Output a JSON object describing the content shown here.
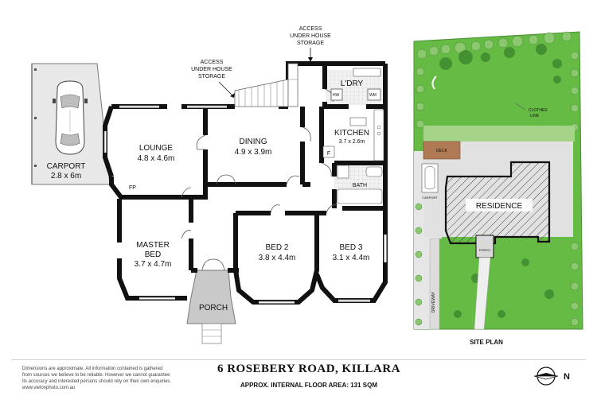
{
  "rooms": {
    "carport": {
      "name": "CARPORT",
      "size": "2.8 x 6m"
    },
    "lounge": {
      "name": "LOUNGE",
      "size": "4.8 x 4.6m"
    },
    "dining": {
      "name": "DINING",
      "size": "4.9 x 3.9m"
    },
    "kitchen": {
      "name": "KITCHEN",
      "size": "3.7 x 2.6m"
    },
    "laundry": {
      "name": "L'DRY"
    },
    "master": {
      "name1": "MASTER",
      "name2": "BED",
      "size": "3.7 x 4.7m"
    },
    "bed2": {
      "name": "BED 2",
      "size": "3.8 x 4.4m"
    },
    "bed3": {
      "name": "BED 3",
      "size": "3.1 x 4.4m"
    },
    "bath": {
      "name": "BATH"
    },
    "porch": {
      "name": "PORCH"
    }
  },
  "fixtures": {
    "fireplace": "FP",
    "fridge": "F",
    "washer": "WM",
    "water_heater": "HW"
  },
  "access_labels": {
    "top": [
      "ACCESS",
      "UNDER HOUSE",
      "STORAGE"
    ],
    "left": [
      "ACCESS",
      "UNDER HOUSE",
      "STORAGE"
    ]
  },
  "site_plan": {
    "title": "SITE PLAN",
    "residence": "RESIDENCE",
    "clothes_line": [
      "CLOTHES",
      "LINE"
    ],
    "deck": "DECK",
    "carport": "CARPORT",
    "porch": "PORCH",
    "driveway": "DRIVEWAY"
  },
  "footer": {
    "disclaimer": [
      "Dimensions are approximate. All information contained is gathered",
      "from sources we believe to be reliable. However we cannot guarantee",
      "its accuracy and interested persons should rely on their own enquiries.",
      "www.vielonphoto.com.au"
    ],
    "address": "6 ROSEBERY ROAD, KILLARA",
    "area": "APPROX. INTERNAL FLOOR AREA: 131 SQM",
    "compass_letter": "N"
  },
  "colors": {
    "wall": "#111111",
    "lawn": "#66bb44",
    "tree": "#3f8a2f",
    "hedge": "#8cc870",
    "porch": "#c9c9c9",
    "deck": "#b07a55"
  }
}
